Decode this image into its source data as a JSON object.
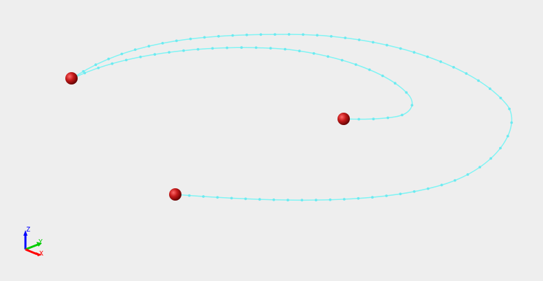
{
  "scene": {
    "background_color": "#eeeeee",
    "path_color": "#7ff4f4",
    "waypoint_color": "#6de9f0",
    "sphere_color": "#c01818",
    "nodes": [
      {
        "id": "node-top-left"
      },
      {
        "id": "node-center"
      },
      {
        "id": "node-bottom"
      }
    ],
    "path_point_count": 92
  },
  "axes": {
    "x_label": "X",
    "y_label": "Y",
    "z_label": "Z",
    "x_color": "#ff0000",
    "y_color": "#00cc00",
    "z_color": "#0000ff"
  }
}
